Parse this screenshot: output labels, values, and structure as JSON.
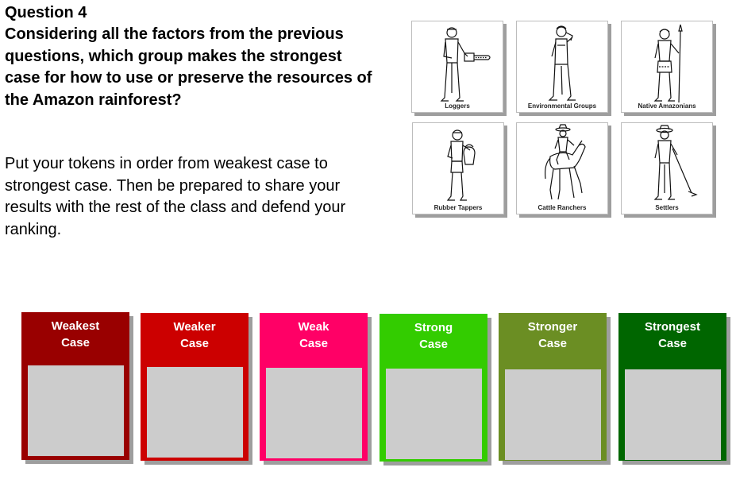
{
  "question": {
    "title": "Question 4",
    "text": "Considering all the factors from the previous questions, which group makes the strongest case for how to use or preserve the resources of the Amazon rainforest?",
    "instructions": "Put your tokens in order from weakest case to strongest case. Then be prepared to share your results with the rest of the class and defend your ranking."
  },
  "tokens": [
    {
      "label": "Loggers",
      "icon": "logger-with-chainsaw-icon"
    },
    {
      "label": "Environmental Groups",
      "icon": "environmentalist-icon"
    },
    {
      "label": "Native Amazonians",
      "icon": "native-amazonian-with-spear-icon"
    },
    {
      "label": "Rubber Tappers",
      "icon": "rubber-tapper-icon"
    },
    {
      "label": "Cattle Ranchers",
      "icon": "rancher-on-horse-icon"
    },
    {
      "label": "Settlers",
      "icon": "settler-with-hoe-icon"
    }
  ],
  "cases": [
    {
      "line1": "Weakest",
      "line2": "Case",
      "color": "#990000"
    },
    {
      "line1": "Weaker",
      "line2": "Case",
      "color": "#cc0000"
    },
    {
      "line1": "Weak",
      "line2": "Case",
      "color": "#ff0066"
    },
    {
      "line1": "Strong",
      "line2": "Case",
      "color": "#33cc00"
    },
    {
      "line1": "Stronger",
      "line2": "Case",
      "color": "#6b8e23"
    },
    {
      "line1": "Strongest",
      "line2": "Case",
      "color": "#006600"
    }
  ]
}
